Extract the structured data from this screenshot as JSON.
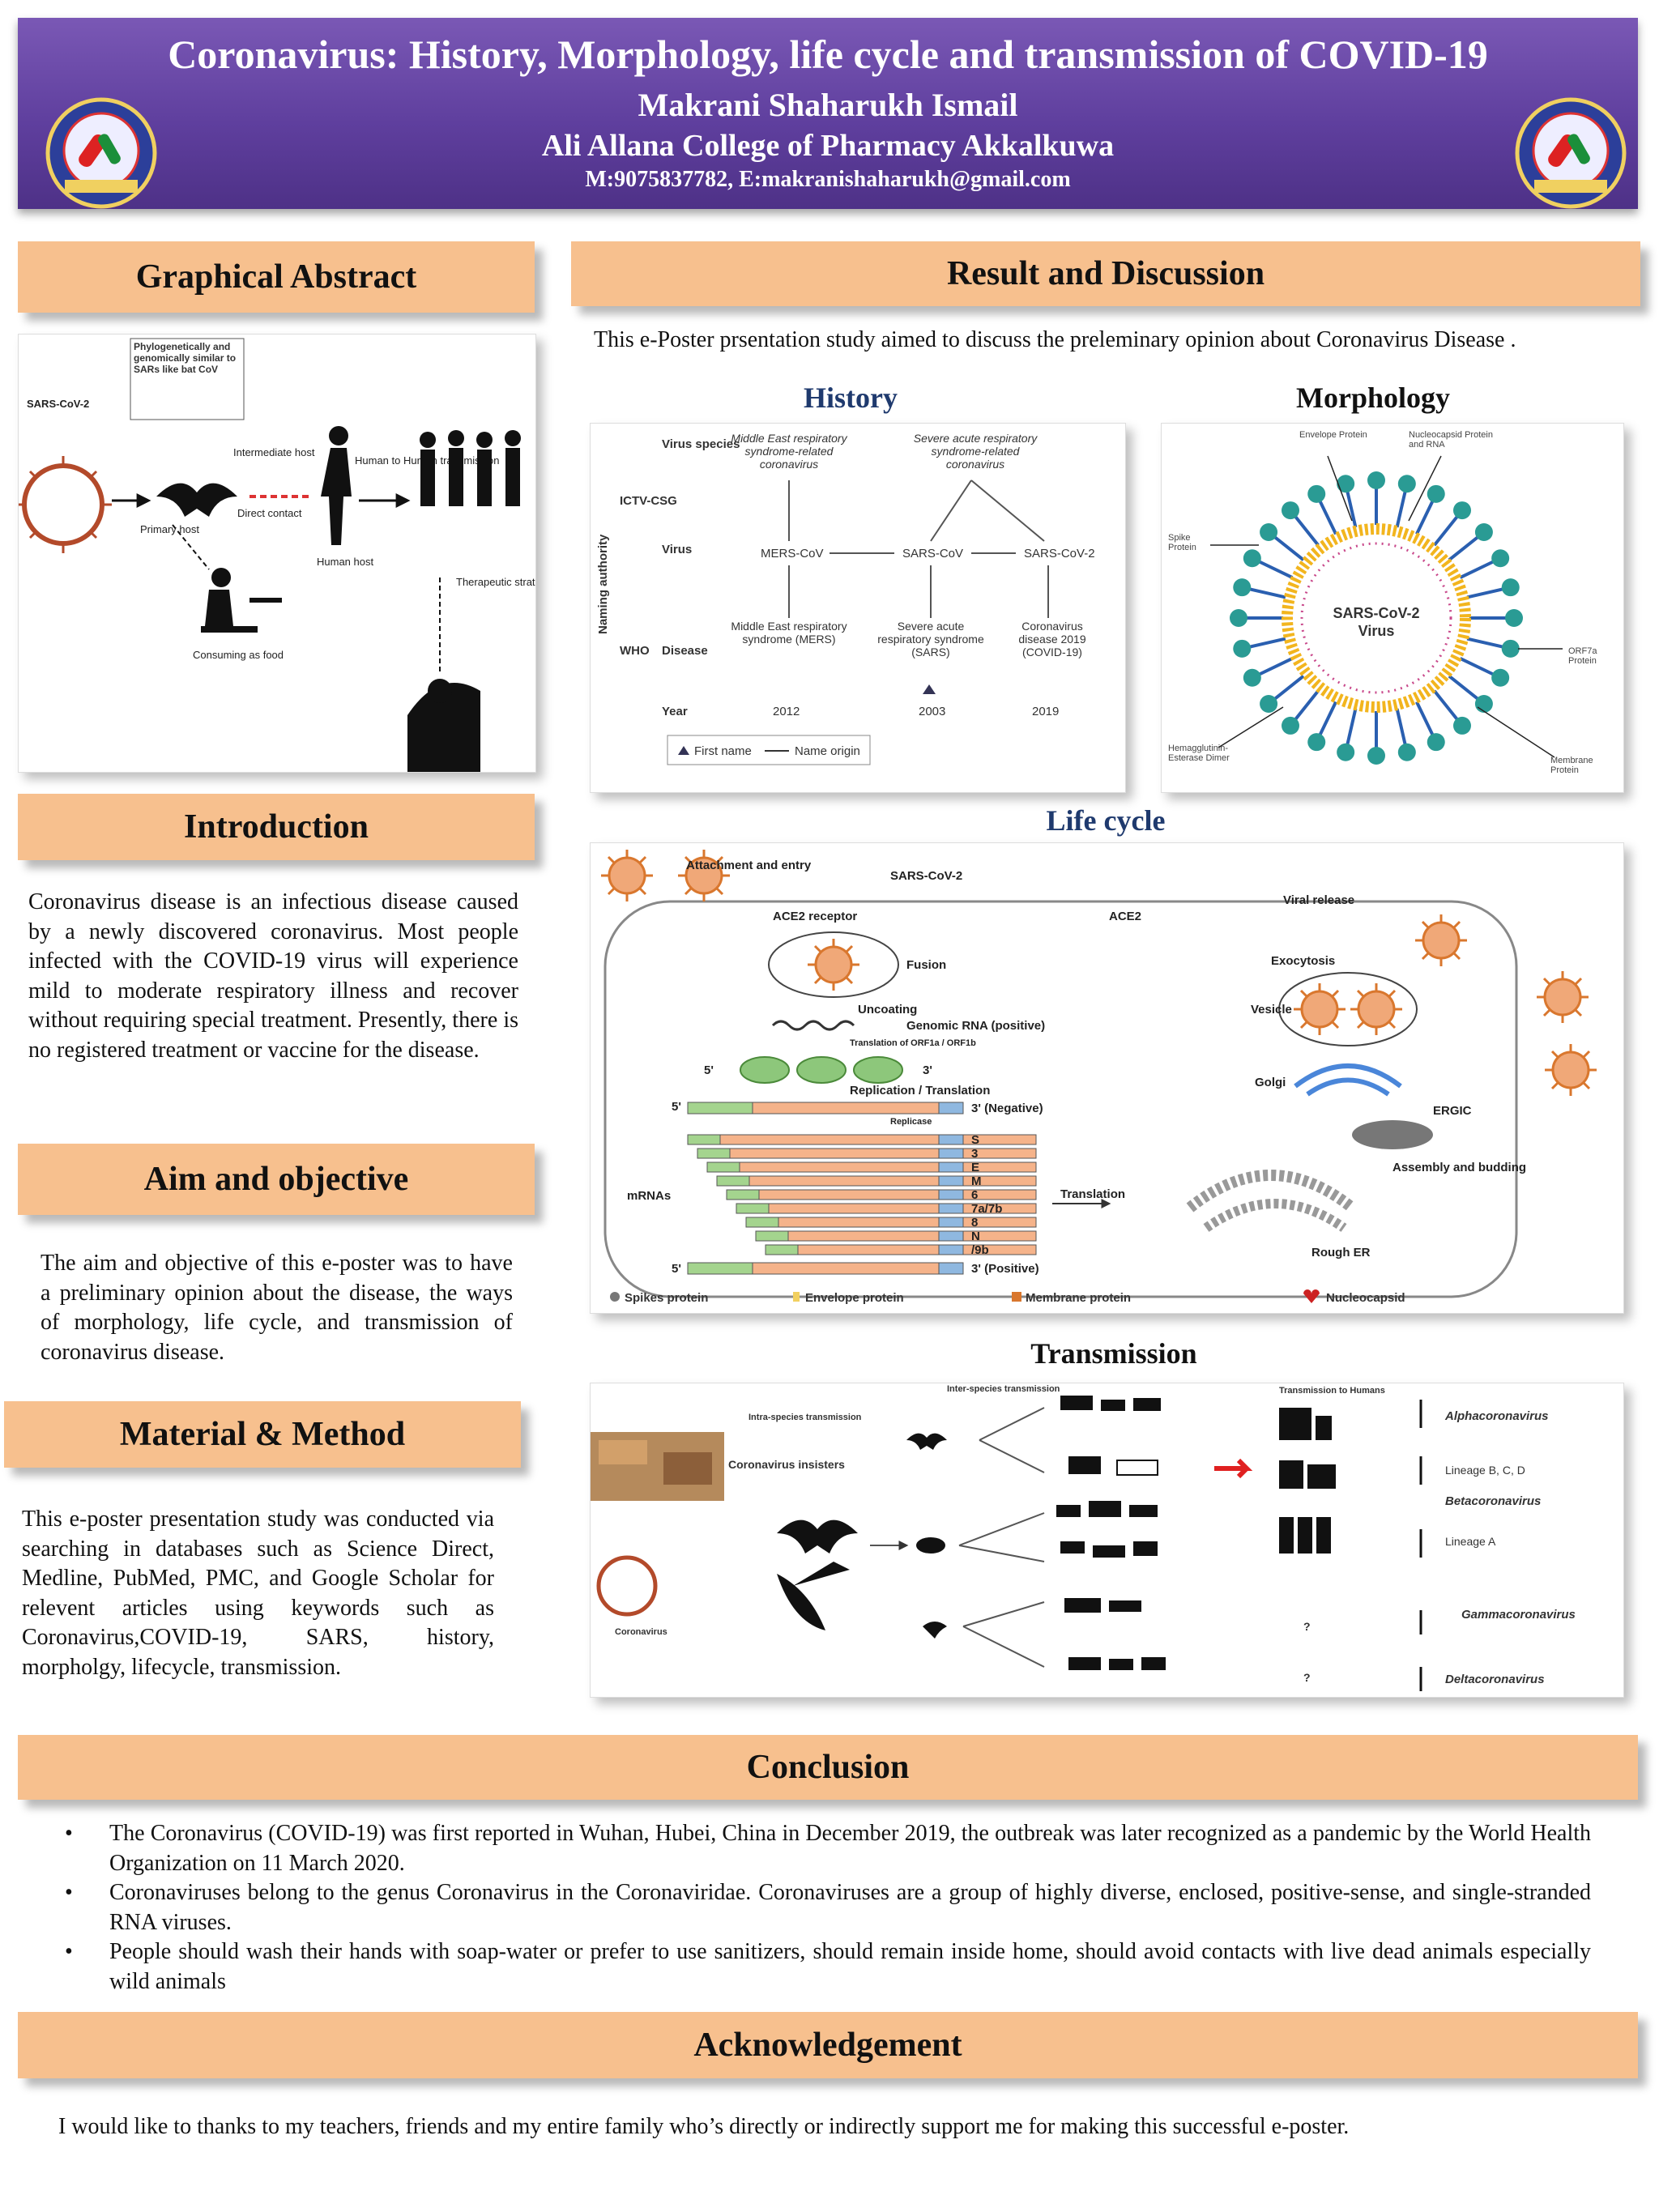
{
  "header": {
    "title": "Coronavirus: History, Morphology, life cycle and transmission of COVID-19",
    "author": "Makrani Shaharukh Ismail",
    "institution": "Ali Allana College of Pharmacy Akkalkuwa",
    "contact": "M:9075837782, E:makranishaharukh@gmail.com"
  },
  "sections": {
    "graphical_abstract": "Graphical Abstract",
    "introduction": "Introduction",
    "aim": "Aim and objective",
    "method": "Material & Method",
    "results": "Result and Discussion",
    "conclusion": "Conclusion",
    "acknowledgement": "Acknowledgement"
  },
  "texts": {
    "introduction": "Coronavirus disease is an infectious disease caused by a newly discovered coronavirus. Most people infected with the COVID-19 virus will experience mild to moderate respiratory illness and recover without requiring special treatment. Presently, there is no registered treatment or vaccine for the disease.",
    "aim": "The aim and objective of this e-poster was to have a preliminary opinion about the disease, the ways of morphology, life cycle, and transmission of coronavirus disease.",
    "method": "This e-poster presentation study was conducted via searching in databases such as Science Direct, Medline, PubMed, PMC, and Google Scholar for relevent articles using keywords such as Coronavirus,COVID-19, SARS, history, morpholgy, lifecycle, transmission.",
    "results_intro": "This e-Poster prsentation study aimed to discuss the preleminary opinion about Coronavirus Disease .",
    "acknowledgement": "I would like to thanks to my teachers, friends and my entire family who’s directly or indirectly support me for making this successful e-poster."
  },
  "subheadings": {
    "history": "History",
    "morphology": "Morphology",
    "lifecycle": "Life cycle",
    "transmission": "Transmission"
  },
  "conclusion": [
    "The Coronavirus (COVID-19) was first reported in Wuhan, Hubei, China in December 2019, the outbreak was later recognized as a pandemic by the World Health Organization on 11 March 2020.",
    "Coronaviruses belong to the genus Coronavirus in the Coronaviridae. Coronaviruses are a group of highly diverse, enclosed, positive-sense, and single-stranded RNA viruses.",
    "People should wash their hands with soap-water or prefer to use sanitizers, should remain inside home, should avoid contacts with live dead animals especially wild animals"
  ],
  "graphical_abstract_fig": {
    "sars": "SARS-CoV-2",
    "note": "Phylogenetically and genomically similar to SARs like bat CoV",
    "intermediate": "Intermediate host",
    "primary": "Primary host",
    "direct": "Direct contact",
    "human": "Human host",
    "h2h": "Human to Human transmission",
    "food": "Consuming as food",
    "therapeutic": "Therapeutic strategies (Remdesivir)"
  },
  "history_fig": {
    "row_species": "Virus species",
    "row_icvc": "ICTV-CSG",
    "row_virus": "Virus",
    "row_who": "WHO",
    "row_disease": "Disease",
    "row_year": "Year",
    "side": "Naming authority",
    "mers_species": "Middle East respiratory syndrome-related coronavirus",
    "sars_species": "Severe acute respiratory syndrome-related coronavirus",
    "v_mers": "MERS-CoV",
    "v_sars": "SARS-CoV",
    "v_sars2": "SARS-CoV-2",
    "d_mers": "Middle East respiratory syndrome (MERS)",
    "d_sars": "Severe acute respiratory syndrome (SARS)",
    "d_covid": "Coronavirus disease 2019 (COVID-19)",
    "y1": "2012",
    "y2": "2003",
    "y3": "2019",
    "legend_first": "First name",
    "legend_origin": "Name origin"
  },
  "morph_fig": {
    "center1": "SARS-CoV-2",
    "center2": "Virus",
    "envelope": "Envelope Protein",
    "nucleo": "Nucleocapsid Protein and RNA",
    "spike": "Spike Protein",
    "orf": "ORF7a Protein",
    "hemag": "Hemagglutinin-Esterase Dimer",
    "membrane": "Membrane Protein"
  },
  "lifecycle_fig": {
    "attach": "Attachment and entry",
    "sars": "SARS-CoV-2",
    "ace2r": "ACE2 receptor",
    "ace2": "ACE2",
    "release": "Viral release",
    "exo": "Exocytosis",
    "fusion": "Fusion",
    "uncoat": "Uncoating",
    "genomic": "Genomic RNA (positive)",
    "translation_orf": "Translation of ORF1a / ORF1b",
    "vesicle": "Vesicle",
    "golgi": "Golgi",
    "ergic": "ERGIC",
    "replication": "Replication / Translation",
    "negative": "3' (Negative)",
    "replicase": "Replicase",
    "mrnas": "mRNAs",
    "translation": "Translation",
    "assembly": "Assembly and budding",
    "rough": "Rough ER",
    "positive": "3' (Positive)",
    "five": "5'",
    "three": "3'",
    "genes": [
      "S",
      "3",
      "E",
      "M",
      "6",
      "7a/7b",
      "8",
      "N",
      "/9b"
    ],
    "legend": [
      "Spikes protein",
      "Envelope protein",
      "Membrane protein",
      "Nucleocapsid"
    ]
  },
  "transmission_fig": {
    "insisters": "Coronavirus insisters",
    "intra": "Intra-species transmission",
    "cross": "Inter-species transmission",
    "coronavirus": "Coronavirus",
    "to_humans": "Transmission to Humans",
    "alpha": "Alphacoronavirus",
    "lineage_bcd": "Lineage B, C, D",
    "beta": "Betacoronavirus",
    "lineage_a": "Lineage A",
    "gamma": "Gammacoronavirus",
    "delta": "Deltacoronavirus",
    "q": "?"
  },
  "colors": {
    "header_purple": "#5f3f9e",
    "banner_peach": "#f7c08e",
    "history_blue": "#1f3a6e"
  }
}
